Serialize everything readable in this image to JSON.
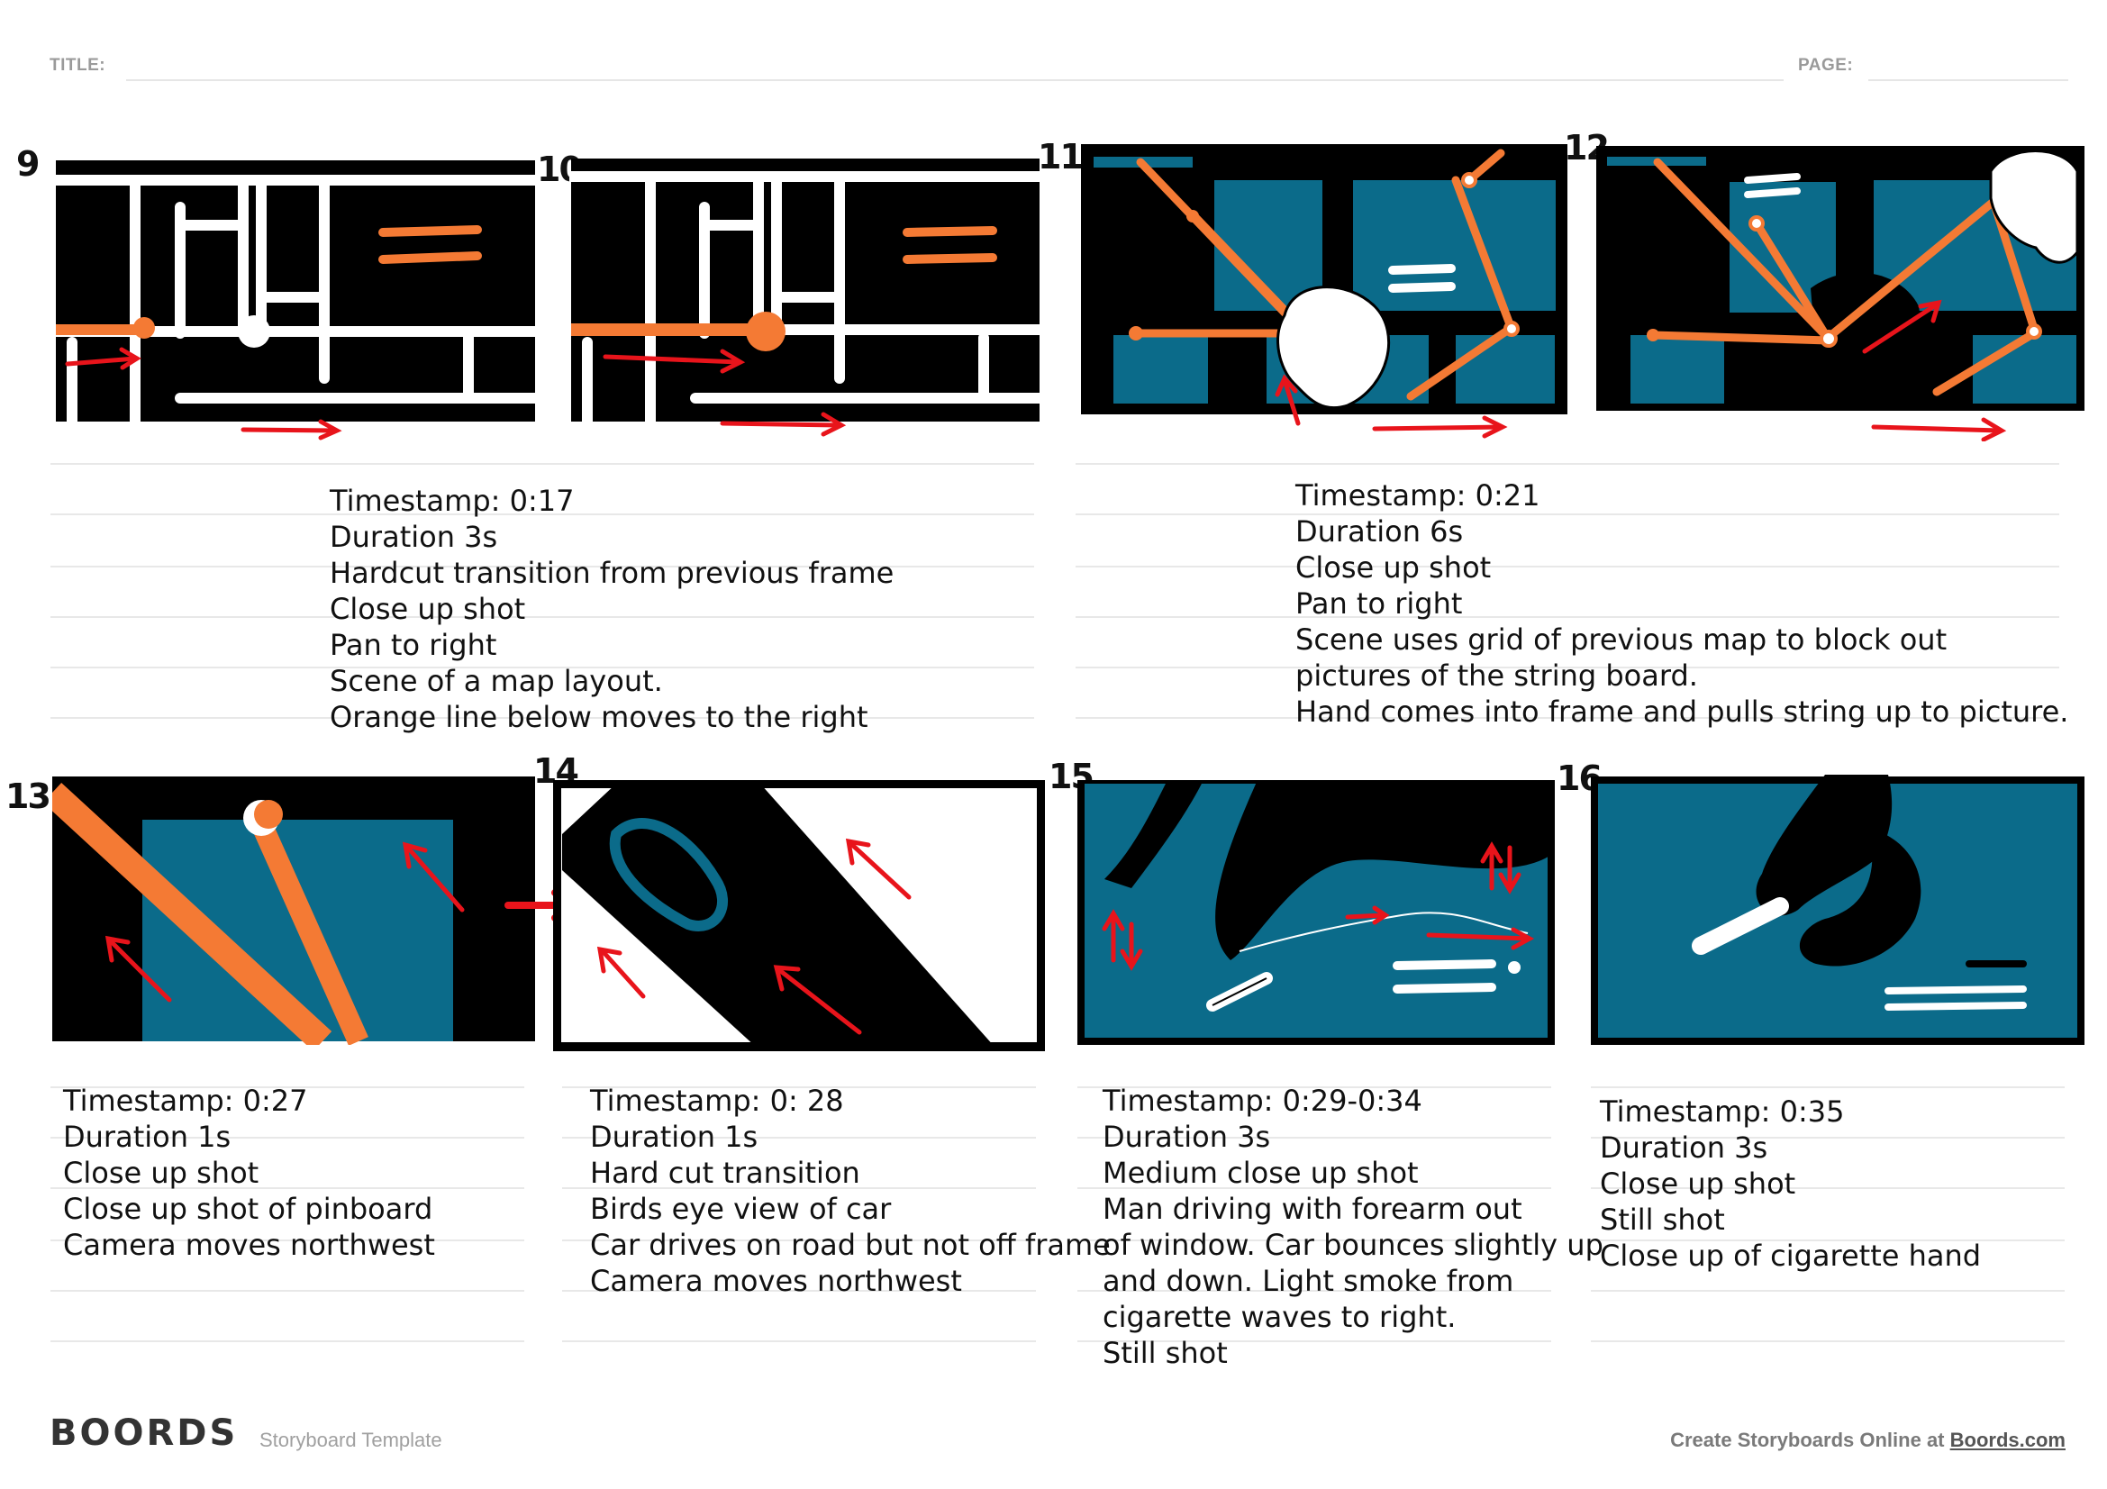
{
  "header": {
    "title_label": "TITLE:",
    "page_label": "PAGE:"
  },
  "frames": [
    {
      "number": "9"
    },
    {
      "number": "10"
    },
    {
      "number": "11"
    },
    {
      "number": "12"
    },
    {
      "number": "13"
    },
    {
      "number": "14"
    },
    {
      "number": "15"
    },
    {
      "number": "16"
    }
  ],
  "notes": [
    {
      "lines": [
        "Timestamp: 0:17",
        "Duration 3s",
        "Hardcut transition from previous frame",
        "Close up shot",
        "Pan to right",
        "Scene of a map layout.",
        "Orange line below moves to the right"
      ]
    },
    {
      "lines": [
        "Timestamp: 0:21",
        "Duration 6s",
        "Close up shot",
        "Pan to right",
        "Scene uses grid of previous map to block out",
        "pictures of the string board.",
        "Hand comes into frame and pulls string up to picture."
      ]
    },
    {
      "lines": [
        "Timestamp: 0:27",
        "Duration 1s",
        "Close up shot",
        "Close up shot of pinboard",
        "Camera moves northwest"
      ]
    },
    {
      "lines": [
        "Timestamp: 0: 28",
        "Duration 1s",
        "Hard cut transition",
        "Birds eye view of car",
        "Car drives on road but not off frame",
        "Camera moves northwest"
      ]
    },
    {
      "lines": [
        "Timestamp: 0:29-0:34",
        "Duration 3s",
        "Medium close up shot",
        "Man driving with forearm out",
        "of window. Car bounces slightly up",
        "and down. Light smoke from",
        "cigarette waves to right.",
        "Still shot"
      ]
    },
    {
      "lines": [
        "Timestamp: 0:35",
        "Duration 3s",
        "Close up shot",
        "Still shot",
        "Close up of cigarette hand"
      ]
    }
  ],
  "footer": {
    "logo": "BOORDS",
    "tagline": "Storyboard Template",
    "cta_text": "Create Storyboards Online at",
    "cta_link": "Boords.com"
  },
  "colors": {
    "orange": "#f47a34",
    "teal": "#0b6b8a",
    "red": "#e8141b",
    "black": "#000000"
  }
}
